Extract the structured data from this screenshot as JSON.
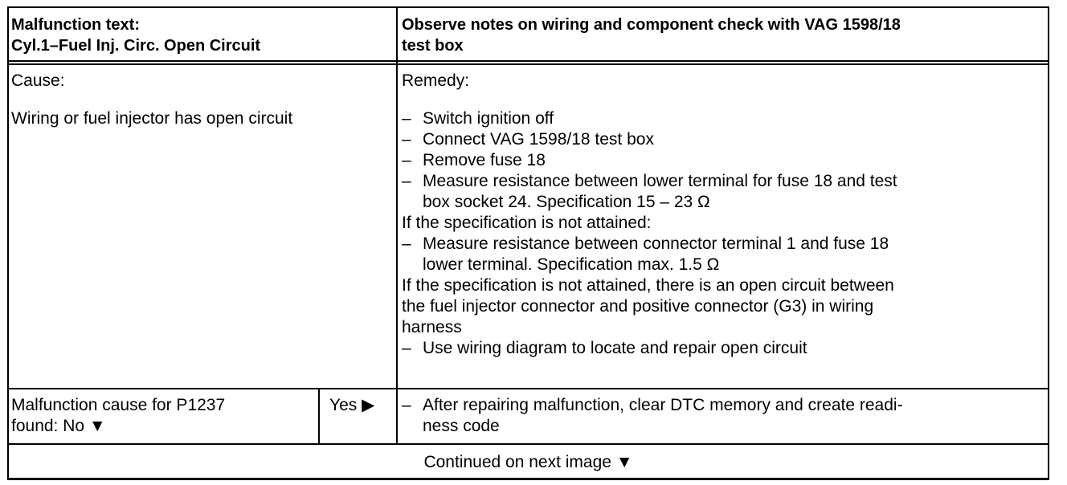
{
  "header": {
    "left": [
      "Malfunction text:",
      "Cyl.1–Fuel Inj. Circ. Open Circuit"
    ],
    "right": [
      "Observe notes on wiring and component check with VAG 1598/18",
      "test box"
    ]
  },
  "cause": {
    "label": "Cause:",
    "text": "Wiring or fuel injector has open circuit"
  },
  "remedy": {
    "label": "Remedy:",
    "lines": [
      {
        "type": "step",
        "text": "Switch ignition off"
      },
      {
        "type": "step",
        "text": "Connect VAG 1598/18 test box"
      },
      {
        "type": "step",
        "text": "Remove fuse 18"
      },
      {
        "type": "step",
        "text": "Measure resistance between lower terminal for fuse 18 and test"
      },
      {
        "type": "cont",
        "text": "box socket 24.  Specification 15 – 23 Ω"
      },
      {
        "type": "note",
        "text": "If the specification is not attained:"
      },
      {
        "type": "step",
        "text": "Measure resistance between connector terminal 1 and fuse 18"
      },
      {
        "type": "cont",
        "text": "lower terminal.  Specification max. 1.5 Ω"
      },
      {
        "type": "note",
        "text": "If the specification is not attained, there is an open circuit between"
      },
      {
        "type": "note",
        "text": "the fuel injector connector and positive connector (G3) in wiring"
      },
      {
        "type": "note",
        "text": "harness"
      },
      {
        "type": "step",
        "text": "Use wiring diagram to locate and repair open circuit"
      }
    ]
  },
  "result": {
    "question": [
      "Malfunction cause for P1237",
      "found: No ▼"
    ],
    "yes": "Yes ▶",
    "action": [
      "After repairing malfunction, clear DTC memory and create readi-",
      "ness code"
    ]
  },
  "footer": "Continued on next image ▼",
  "dash": "–"
}
